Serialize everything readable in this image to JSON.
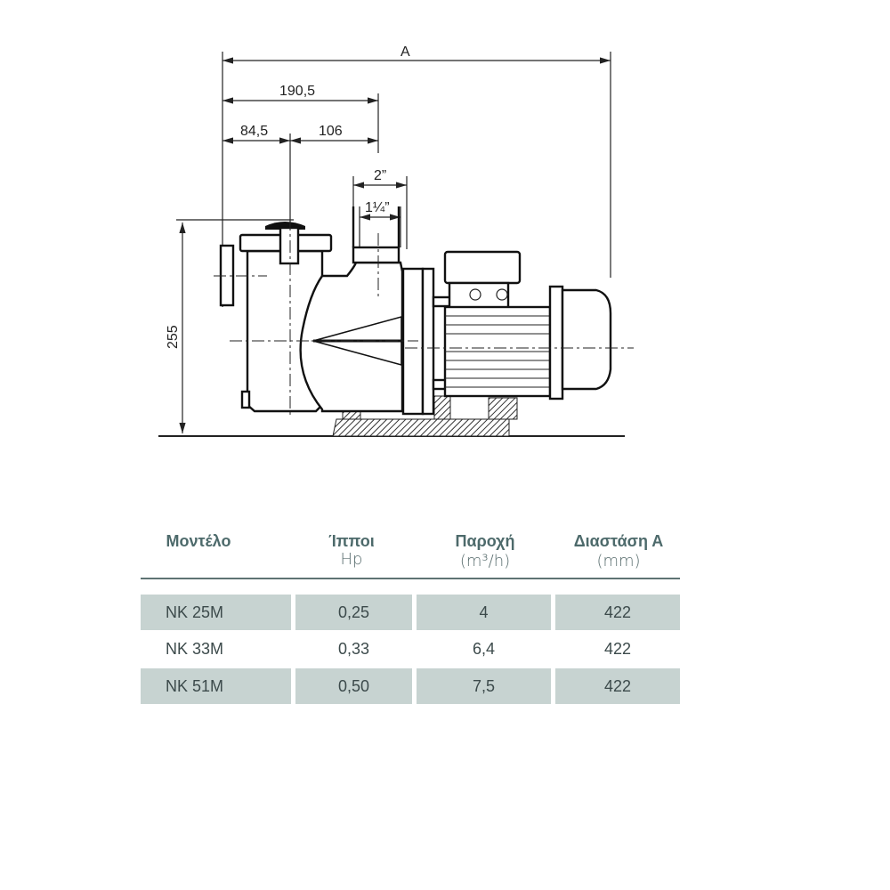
{
  "drawing": {
    "dim_A": "A",
    "dim_190_5": "190,5",
    "dim_84_5": "84,5",
    "dim_106": "106",
    "dim_2in": "2”",
    "dim_1_25in": "1¼”",
    "dim_255": "255"
  },
  "table": {
    "headers": [
      {
        "title": "Μοντέλο",
        "unit": ""
      },
      {
        "title": "Ίπποι",
        "unit": "Hp"
      },
      {
        "title": "Παροχή",
        "unit": "(m³/h)"
      },
      {
        "title": "Διαστάση Α",
        "unit": "(mm)"
      }
    ],
    "rows": [
      [
        "NK 25M",
        "0,25",
        "4",
        "422"
      ],
      [
        "NK 33M",
        "0,33",
        "6,4",
        "422"
      ],
      [
        "NK 51M",
        "0,50",
        "7,5",
        "422"
      ]
    ],
    "colors": {
      "header": "#4d6a6b",
      "row_bg": "#c7d3d1"
    }
  }
}
